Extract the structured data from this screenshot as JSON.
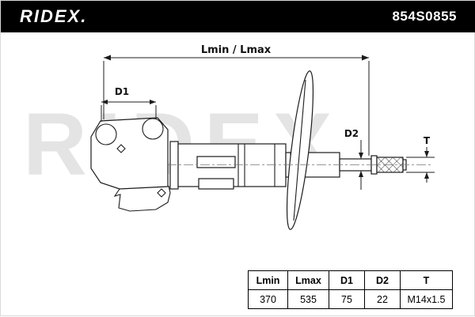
{
  "header": {
    "brand": "RIDEX.",
    "part_number": "854S0855"
  },
  "watermark": "RIDEX",
  "drawing": {
    "length_label": "Lmin / Lmax",
    "d1_label": "D1",
    "d2_label": "D2",
    "t_label": "T"
  },
  "table": {
    "headers": [
      "Lmin",
      "Lmax",
      "D1",
      "D2",
      "T"
    ],
    "values": [
      "370",
      "535",
      "75",
      "22",
      "M14x1.5"
    ]
  },
  "colors": {
    "header_bg": "#000000",
    "header_text": "#ffffff",
    "line": "#1c1c1c",
    "watermark": "#e4e4e4"
  }
}
